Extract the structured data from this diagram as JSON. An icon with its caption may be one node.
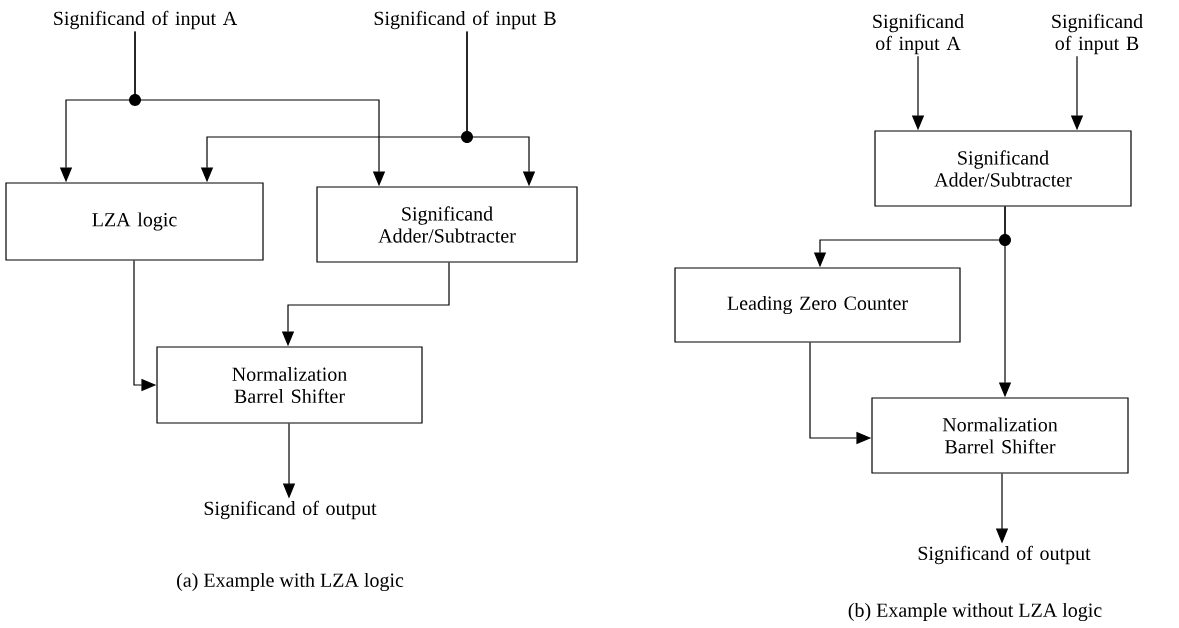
{
  "diagram": {
    "nodes": [
      {
        "text": [
          "Significand of input A"
        ]
      },
      {
        "text": [
          "Significand of input B"
        ]
      },
      {
        "text": [
          "LZA logic"
        ]
      },
      {
        "text": [
          "Significand Adder/Subtracter"
        ]
      },
      {
        "text": [
          "Normalization Barrel Shifter"
        ]
      },
      {
        "text": [
          "Significand of output"
        ]
      },
      {
        "text": [
          "Significand of input A"
        ]
      },
      {
        "text": [
          "Significand of input B"
        ]
      },
      {
        "text": [
          "Significand Adder/Subtracter"
        ]
      },
      {
        "text": [
          "Leading Zero Counter"
        ]
      },
      {
        "text": [
          "Normalization Barrel Shifter"
        ]
      },
      {
        "text": [
          "Significand of output"
        ]
      }
    ],
    "edges": [
      {
        "from": 0,
        "to": 2,
        "arrow": "to"
      },
      {
        "from": 0,
        "to": 3,
        "arrow": "to"
      },
      {
        "from": 1,
        "to": 2,
        "arrow": "to"
      },
      {
        "from": 1,
        "to": 3,
        "arrow": "to"
      },
      {
        "from": 2,
        "to": 4,
        "arrow": "to"
      },
      {
        "from": 3,
        "to": 4,
        "arrow": "to"
      },
      {
        "from": 4,
        "to": 5,
        "arrow": "to"
      },
      {
        "from": 6,
        "to": 8,
        "arrow": "to"
      },
      {
        "from": 7,
        "to": 8,
        "arrow": "to"
      },
      {
        "from": 8,
        "to": 9,
        "arrow": "to"
      },
      {
        "from": 8,
        "to": 10,
        "arrow": "to"
      },
      {
        "from": 9,
        "to": 10,
        "arrow": "to"
      },
      {
        "from": 10,
        "to": 11,
        "arrow": "to"
      }
    ],
    "labels": [
      "(a) Example with LZA logic",
      "(b) Example without LZA logic"
    ]
  }
}
